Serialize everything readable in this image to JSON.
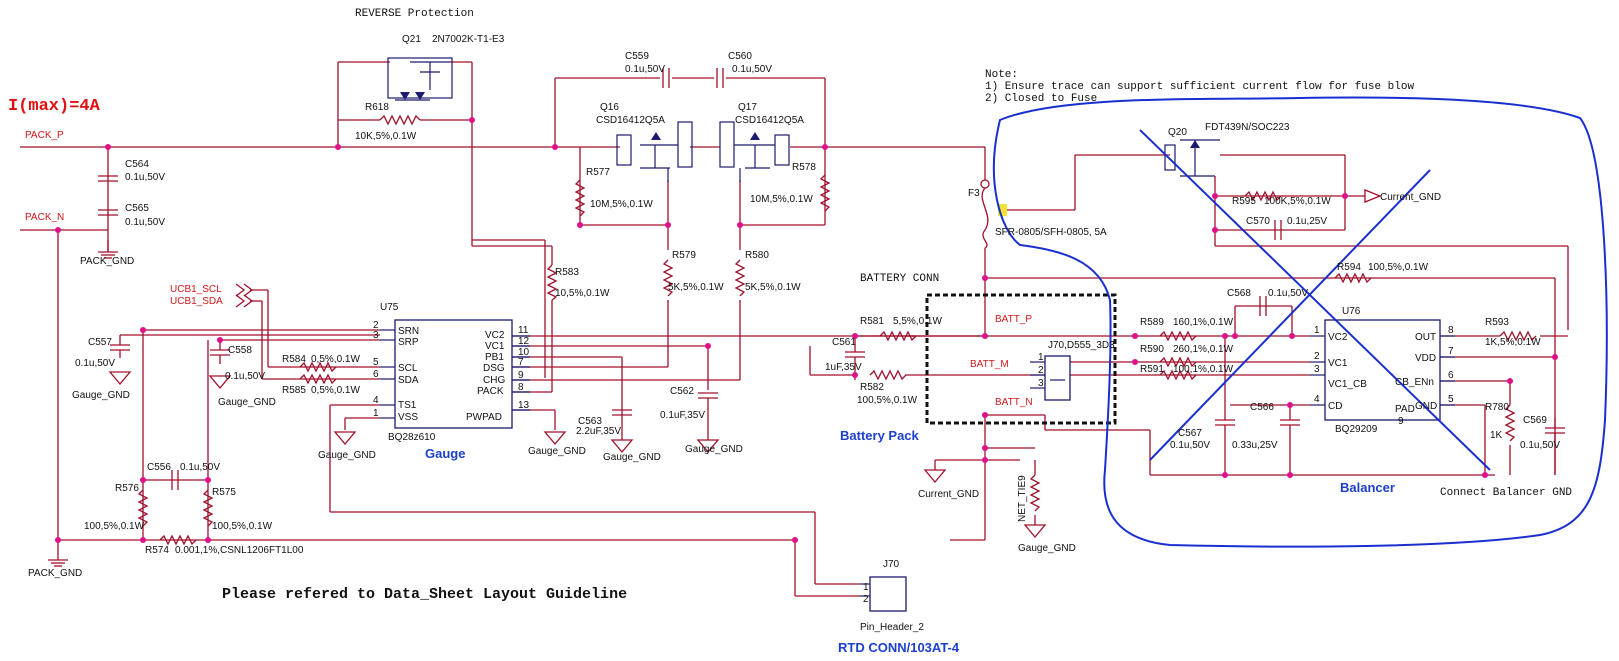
{
  "header": {
    "reverse_title": "REVERSE   Protection",
    "imax": "I(max)=4A",
    "note_title": "Note:",
    "note_lines": [
      "1)  Ensure  trace  can  support  sufficient  current  flow  for  fuse  blow",
      "2)  Closed  to  Fuse"
    ],
    "layout_note": "Please  refered  to  Data_Sheet  Layout  Guideline",
    "battery_conn": "BATTERY   CONN",
    "connect_balancer": "Connect  Balancer  GND"
  },
  "sections": {
    "gauge": "Gauge",
    "battery_pack": "Battery Pack",
    "balancer": "Balancer",
    "rtd_conn": "RTD CONN/103AT-4"
  },
  "nets": {
    "pack_p": "PACK_P",
    "pack_n": "PACK_N",
    "ucb1_scl": "UCB1_SCL",
    "ucb1_sda": "UCB1_SDA",
    "batt_p": "BATT_P",
    "batt_m": "BATT_M",
    "batt_n": "BATT_N",
    "net_tie": "NET_TIE9",
    "pack_gnd_1": "PACK_GND",
    "pack_gnd_2": "PACK_GND",
    "gauge_gnd_1": "Gauge_GND",
    "gauge_gnd_2": "Gauge_GND",
    "gauge_gnd_3": "Gauge_GND",
    "gauge_gnd_4": "Gauge_GND",
    "gauge_gnd_5": "Gauge_GND",
    "gauge_gnd_6": "Gauge_GND",
    "gauge_gnd_7": "Gauge_GND",
    "current_gnd_1": "Current_GND",
    "current_gnd_2": "Current_GND"
  },
  "transistors": {
    "q21_ref": "Q21",
    "q21_part": "2N7002K-T1-E3",
    "q16_ref": "Q16",
    "q16_part": "CSD16412Q5A",
    "q17_ref": "Q17",
    "q17_part": "CSD16412Q5A",
    "q20_ref": "Q20",
    "q20_part": "FDT439N/SOC223"
  },
  "resistors": {
    "r618": "R618",
    "r618_v": "10K,5%,0.1W",
    "r577": "R577",
    "r577_v": "10M,5%,0.1W",
    "r578": "R578",
    "r578_v": "10M,5%,0.1W",
    "r579": "R579",
    "r579_v": "5K,5%,0.1W",
    "r580": "R580",
    "r580_v": "5K,5%,0.1W",
    "r583": "R583",
    "r583_v": "10,5%,0.1W",
    "r584": "R584",
    "r584_v": "0,5%,0.1W",
    "r585": "R585",
    "r585_v": "0,5%,0.1W",
    "r576": "R576",
    "r576_v": "100,5%,0.1W",
    "r575": "R575",
    "r575_v": "100,5%,0.1W",
    "r574": "R574",
    "r574_v": "0.001,1%,CSNL1206FT1L00",
    "r581": "R581",
    "r581_v": "5,5%,0.1W",
    "r582": "R582",
    "r582_v": "100,5%,0.1W",
    "r595": "R595",
    "r595_v": "100K,5%,0.1W",
    "r594": "R594",
    "r594_v": "100,5%,0.1W",
    "r589": "R589",
    "r589_v": "160,1%,0.1W",
    "r590": "R590",
    "r590_v": "260,1%,0.1W",
    "r591": "R591",
    "r591_v": "100,1%,0.1W",
    "r593": "R593",
    "r593_v": "1K,5%,0.1W",
    "r780": "R780",
    "r780_v": "1K"
  },
  "capacitors": {
    "c559": "C559",
    "c559_v": "0.1u,50V",
    "c560": "C560",
    "c560_v": "0.1u,50V",
    "c564": "C564",
    "c564_v": "0.1u,50V",
    "c565": "C565",
    "c565_v": "0.1u,50V",
    "c557": "C557",
    "c557_v": "0.1u,50V",
    "c558": "C558",
    "c558_v": "0.1u,50V",
    "c556": "C556",
    "c556_v": "0.1u,50V",
    "c563": "C563",
    "c563_v": "2.2uF,35V",
    "c562": "C562",
    "c562_v": "0.1uF,35V",
    "c561": "C561",
    "c561_v": "1uF,35V",
    "c570": "C570",
    "c570_v": "0.1u,25V",
    "c568": "C568",
    "c568_v": "0.1u,50V",
    "c567": "C567",
    "c567_v": "0.1u,50V",
    "c566": "C566",
    "c566_v": "0.33u,25V",
    "c569": "C569",
    "c569_v": "0.1u,50V"
  },
  "fuse": {
    "ref": "F3",
    "part": "SFR-0805/SFH-0805, 5A"
  },
  "ic_gauge": {
    "ref": "U75",
    "part": "BQ28z610",
    "left_pins": [
      {
        "num": "2",
        "name": "SRN"
      },
      {
        "num": "3",
        "name": "SRP"
      },
      {
        "num": "5",
        "name": "SCL"
      },
      {
        "num": "6",
        "name": "SDA"
      },
      {
        "num": "4",
        "name": "TS1"
      },
      {
        "num": "1",
        "name": "VSS"
      }
    ],
    "right_pins": [
      {
        "num": "11",
        "name": "VC2"
      },
      {
        "num": "12",
        "name": "VC1"
      },
      {
        "num": "10",
        "name": "PB1"
      },
      {
        "num": "7",
        "name": "DSG"
      },
      {
        "num": "9",
        "name": "CHG"
      },
      {
        "num": "8",
        "name": "PACK"
      },
      {
        "num": "13",
        "name": "PWPAD"
      }
    ]
  },
  "ic_balancer": {
    "ref": "U76",
    "part": "BQ29209",
    "left_pins": [
      {
        "num": "1",
        "name": "VC2"
      },
      {
        "num": "2",
        "name": "VC1"
      },
      {
        "num": "3",
        "name": "VC1_CB"
      },
      {
        "num": "4",
        "name": "CD"
      }
    ],
    "right_pins": [
      {
        "num": "8",
        "name": "OUT"
      },
      {
        "num": "7",
        "name": "VDD"
      },
      {
        "num": "6",
        "name": "CB_ENn"
      },
      {
        "num": "5",
        "name": "GND"
      }
    ],
    "pad": "PAD",
    "pad_num": "9"
  },
  "connectors": {
    "j70_ref": "J70",
    "j70_part": "Pin_Header_2",
    "j70_pin1": "1",
    "j70_pin2": "2",
    "batt_conn": "J70,D555_3D3",
    "batt_pin1": "1",
    "batt_pin2": "2",
    "batt_pin3": "3"
  }
}
